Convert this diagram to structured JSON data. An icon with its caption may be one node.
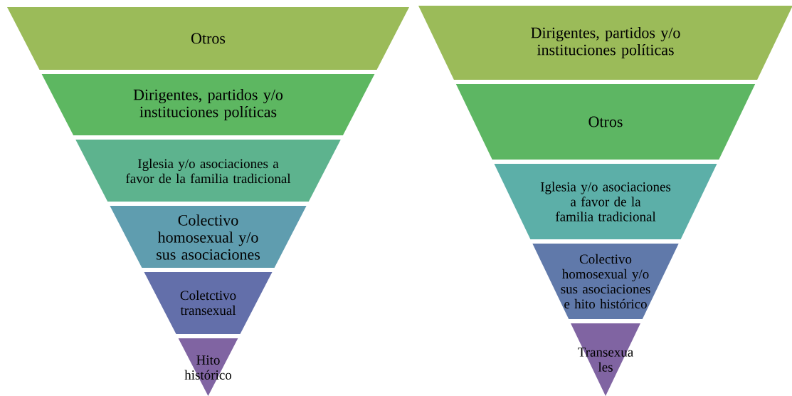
{
  "diagram": {
    "nodes": [
      {
        "text": [
          "Otros"
        ]
      },
      {
        "text": [
          "Dirigentes, partidos y/o instituciones políticas"
        ]
      },
      {
        "text": [
          "Iglesia y/o asociaciones a favor de la familia tradicional"
        ]
      },
      {
        "text": [
          "Colectivo homosexual y/o sus asociaciones"
        ]
      },
      {
        "text": [
          "Coletctivo transexual"
        ]
      },
      {
        "text": [
          "Hito histórico"
        ]
      },
      {
        "text": [
          "Dirigentes, partidos y/o instituciones políticas"
        ]
      },
      {
        "text": [
          "Otros"
        ]
      },
      {
        "text": [
          "Iglesia y/o asociaciones a favor de la familia tradicional"
        ]
      },
      {
        "text": [
          "Colectivo homosexual y/o sus asociaciones e hito histórico"
        ]
      },
      {
        "text": [
          "Transexua les"
        ]
      }
    ]
  }
}
